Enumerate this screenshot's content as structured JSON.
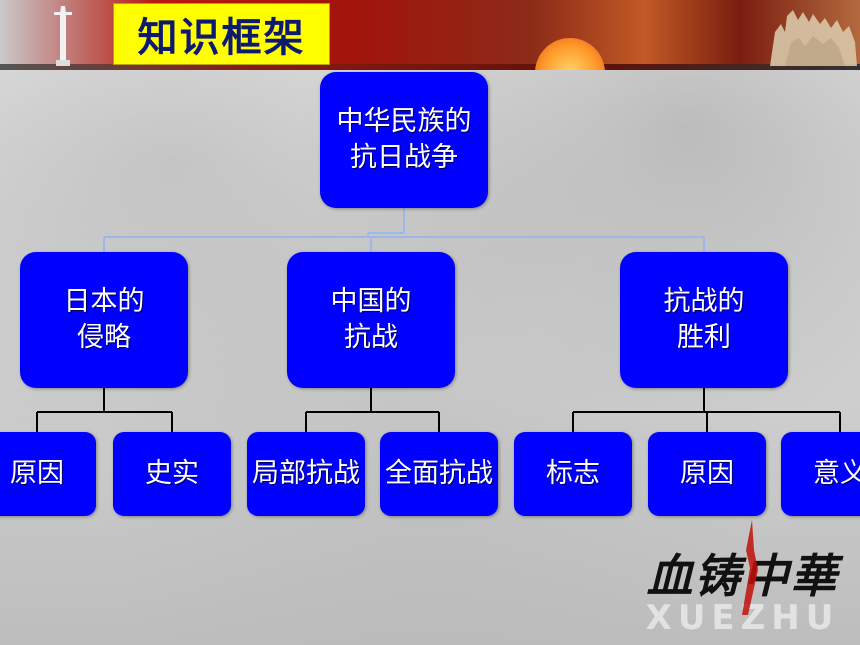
{
  "header": {
    "title": "知识框架"
  },
  "diagram": {
    "root": {
      "label_lines": [
        "中华民族的",
        "抗日战争"
      ]
    },
    "branches": [
      {
        "label_lines": [
          "日本的",
          "侵略"
        ],
        "children": [
          "原因",
          "史实"
        ]
      },
      {
        "label_lines": [
          "中国的",
          "抗战"
        ],
        "children": [
          "局部抗战",
          "全面抗战"
        ]
      },
      {
        "label_lines": [
          "抗战的",
          "胜利"
        ],
        "children": [
          "标志",
          "原因",
          "意义"
        ]
      }
    ]
  },
  "logo": {
    "text": "血铸中華",
    "sub": "XUEZHU"
  },
  "colors": {
    "node_fill": "#0000ff",
    "title_bg": "#ffff00",
    "connector_dark": "#000000",
    "connector_light": "#9db7e8"
  }
}
